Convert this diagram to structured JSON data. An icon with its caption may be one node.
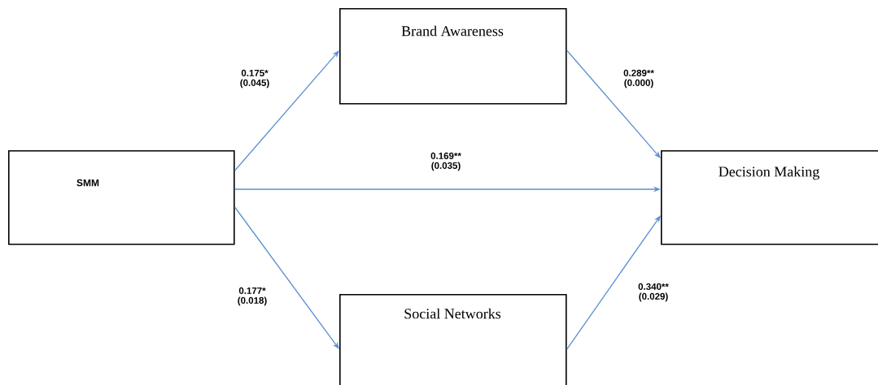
{
  "diagram": {
    "nodes": [
      {
        "text": [
          "SMM"
        ]
      },
      {
        "text": [
          "Brand Awareness"
        ]
      },
      {
        "text": [
          "Decision Making"
        ]
      },
      {
        "text": [
          "Social Networks"
        ]
      }
    ],
    "edges": [
      {
        "from": 0,
        "to": 1,
        "arrow": "to",
        "label": "0.175* (0.045)"
      },
      {
        "from": 0,
        "to": 2,
        "arrow": "to",
        "label": "0.169** (0.035)"
      },
      {
        "from": 0,
        "to": 3,
        "arrow": "to",
        "label": "0.177* (0.018)"
      },
      {
        "from": 1,
        "to": 2,
        "arrow": "to",
        "label": "0.289** (0.000)"
      },
      {
        "from": 3,
        "to": 2,
        "arrow": "to",
        "label": "0.340** (0.029)"
      }
    ]
  }
}
